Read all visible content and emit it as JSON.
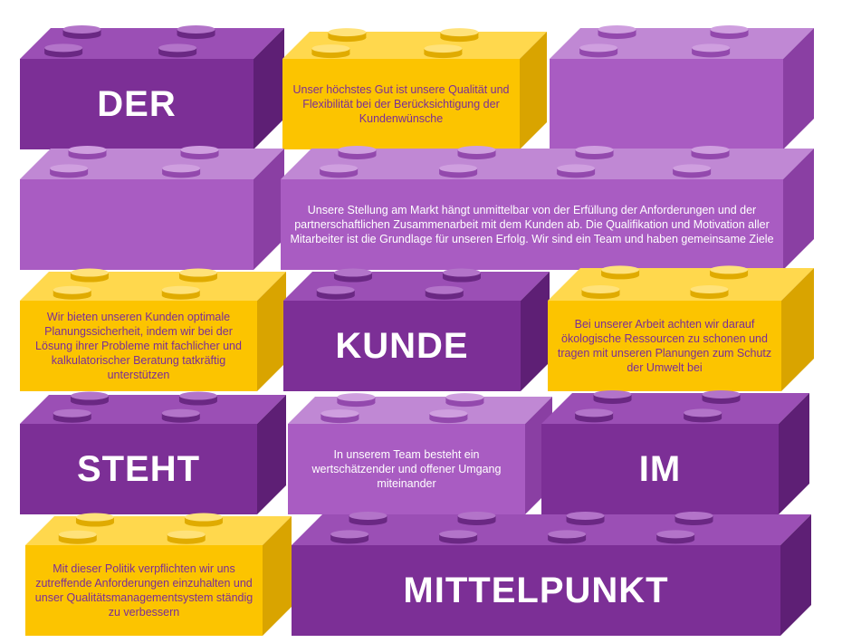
{
  "colors": {
    "purple_dark": "#7c2f96",
    "purple_light": "#a95cc2",
    "yellow": "#fcc400",
    "text_on_yellow": "#7a2d98"
  },
  "bricks": [
    {
      "id": "der",
      "variant": "purple_dark",
      "kind": "word",
      "text": "DER"
    },
    {
      "id": "quality",
      "variant": "yellow",
      "kind": "sentence",
      "text": "Unser höchstes Gut ist unsere Qualität und Flexibilität bei der Berücksichtigung der Kundenwünsche"
    },
    {
      "id": "blank-top-right",
      "variant": "purple_light",
      "kind": "blank",
      "text": ""
    },
    {
      "id": "blank-mid-left",
      "variant": "purple_light",
      "kind": "blank",
      "text": ""
    },
    {
      "id": "market",
      "variant": "purple_light",
      "kind": "sentence",
      "text": "Unsere Stellung am Markt hängt unmittelbar von der Erfüllung der Anforderungen und der partnerschaftlichen Zusammenarbeit mit dem Kunden ab. Die Qualifikation und Motivation aller Mitarbeiter ist die Grundlage für unseren Erfolg. Wir sind ein Team und haben gemeinsame Ziele"
    },
    {
      "id": "planning",
      "variant": "yellow",
      "kind": "sentence",
      "text": "Wir bieten unseren Kunden optimale Planungssicherheit, indem wir bei der Lösung ihrer Probleme mit fachlicher und kalkulatorischer Beratung tatkräftig unterstützen"
    },
    {
      "id": "kunde",
      "variant": "purple_dark",
      "kind": "word",
      "text": "KUNDE"
    },
    {
      "id": "environment",
      "variant": "yellow",
      "kind": "sentence",
      "text": "Bei unserer Arbeit achten wir darauf ökologische Ressourcen zu schonen und tragen mit unseren Planungen zum Schutz der Umwelt bei"
    },
    {
      "id": "steht",
      "variant": "purple_dark",
      "kind": "word",
      "text": "STEHT"
    },
    {
      "id": "team",
      "variant": "purple_light",
      "kind": "sentence",
      "text": "In unserem Team besteht ein wertschätzender und offener Umgang miteinander"
    },
    {
      "id": "im",
      "variant": "purple_dark",
      "kind": "word",
      "text": "IM"
    },
    {
      "id": "policy",
      "variant": "yellow",
      "kind": "sentence",
      "text": "Mit dieser Politik verpflichten wir uns zutreffende Anforderungen einzuhalten und unser Qualitätsmanagementsystem ständig zu verbessern"
    },
    {
      "id": "mittelpunkt",
      "variant": "purple_dark",
      "kind": "word",
      "text": "MITTELPUNKT"
    }
  ]
}
